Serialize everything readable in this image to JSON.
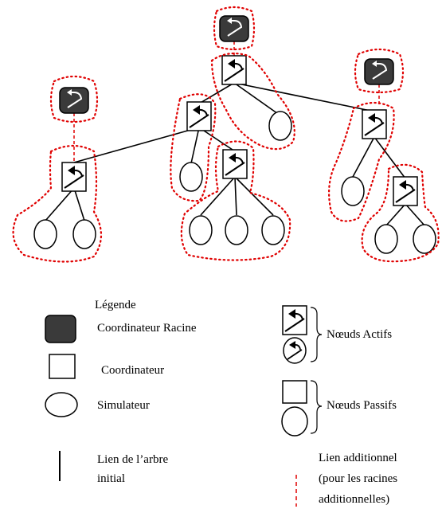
{
  "colors": {
    "root_coordinator_fill": "#3a3a3a",
    "additional_link": "#e00000",
    "outline": "#000000"
  },
  "legend": {
    "title": "Légende",
    "root_coordinator": "Coordinateur Racine",
    "coordinator": "Coordinateur",
    "simulator": "Simulateur",
    "initial_tree_link_line1": "Lien de l’arbre",
    "initial_tree_link_line2": "initial",
    "active_nodes": "Nœuds Actifs",
    "passive_nodes": "Nœuds Passifs",
    "additional_link_line1": "Lien additionnel",
    "additional_link_line2": "(pour les racines",
    "additional_link_line3": "additionnelles)"
  },
  "icons": {
    "root_coordinator": "root-coordinator-icon",
    "coordinator": "coordinator-icon",
    "simulator": "simulator-icon",
    "active_node": "active-node-icon"
  }
}
